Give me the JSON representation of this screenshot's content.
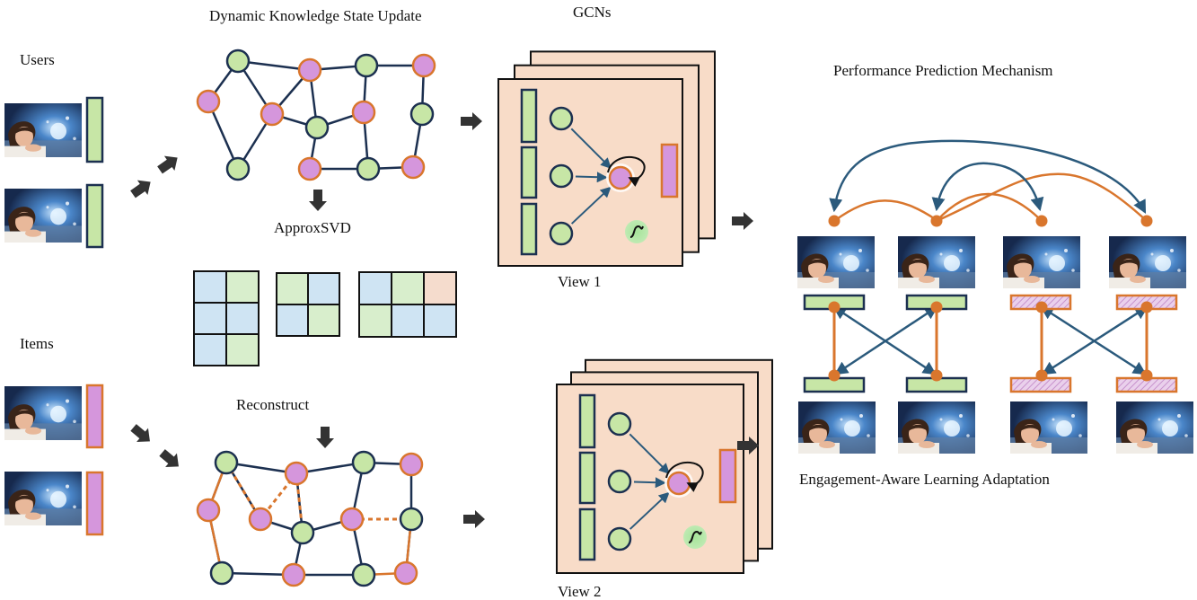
{
  "labels": {
    "users": "Users",
    "items": "Items",
    "dynamic_update": "Dynamic Knowledge State Update",
    "approx_svd": "ApproxSVD",
    "reconstruct": "Reconstruct",
    "gcns": "GCNs",
    "view1": "View 1",
    "view2": "View 2",
    "performance": "Performance Prediction Mechanism",
    "engagement": "Engagement-Aware Learning Adaptation"
  },
  "colors": {
    "node_green": "#c7e6a6",
    "node_purple": "#d596dc",
    "edge_navy": "#1c3050",
    "orange": "#d9762d",
    "blue_arrow": "#2b5a7c",
    "panel_peach": "#f8dcc8",
    "matrix_blue": "#cfe4f3",
    "matrix_green": "#d8eecc",
    "matrix_peach": "#f5dccd",
    "dark_arrow": "#333333"
  },
  "icons": {
    "user_photo": "child-photo-icon",
    "sigmoid": "sigmoid-activation-icon",
    "self_loop": "self-loop-arrow-icon"
  }
}
